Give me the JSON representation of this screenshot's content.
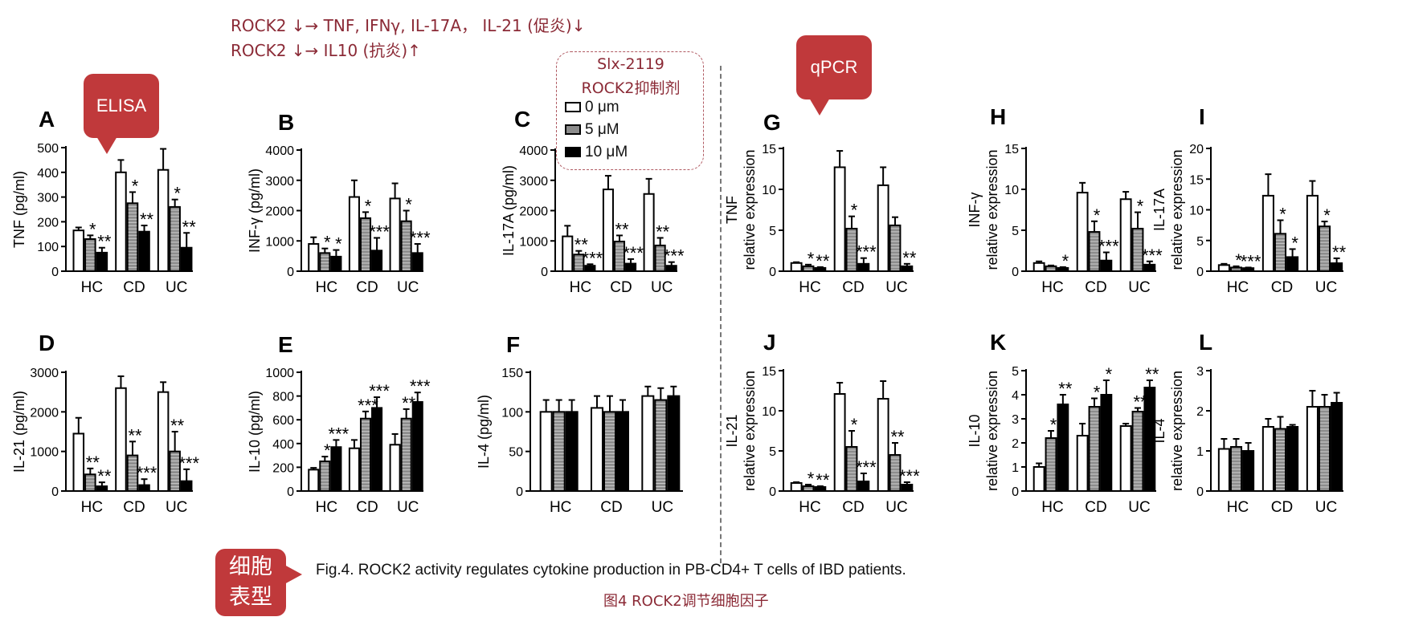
{
  "summary": {
    "line1": "ROCK2 ↓→ TNF, IFNγ, IL-17A， IL-21 (促炎)↓",
    "line2": "ROCK2 ↓→ IL10 (抗炎)↑"
  },
  "callouts": {
    "elisa": "ELISA",
    "qpcr": "qPCR",
    "cell_line1": "细胞",
    "cell_line2": "表型"
  },
  "legend": {
    "title_line1": "Slx-2119",
    "title_line2": "ROCK2抑制剂",
    "items": [
      {
        "label": "0 μm",
        "fill": "#ffffff"
      },
      {
        "label": "5 μM",
        "fill": "#8c8c8c"
      },
      {
        "label": "10 μM",
        "fill": "#000000"
      }
    ]
  },
  "caption": "Fig.4. ROCK2 activity regulates cytokine production in PB-CD4+ T cells of IBD patients.",
  "subcaption": "图4 ROCK2调节细胞因子",
  "colors": {
    "accent": "#c0393b",
    "header_text": "#8b2a36",
    "bar_white": "#ffffff",
    "bar_gray": "#8c8c8c",
    "bar_black": "#000000"
  },
  "chart_data": [
    {
      "panel": "A",
      "type": "bar",
      "ylabel": "TNF (pg/ml)",
      "ylim": [
        0,
        500
      ],
      "yticks": [
        0,
        100,
        200,
        300,
        400,
        500
      ],
      "categories": [
        "HC",
        "CD",
        "UC"
      ],
      "series": [
        {
          "name": "0 μm",
          "values": [
            165,
            400,
            410
          ],
          "errors": [
            12,
            50,
            85
          ]
        },
        {
          "name": "5 μM",
          "values": [
            130,
            275,
            260
          ],
          "errors": [
            15,
            45,
            30
          ]
        },
        {
          "name": "10 μM",
          "values": [
            75,
            160,
            95
          ],
          "errors": [
            20,
            25,
            60
          ]
        }
      ],
      "annotations": [
        [
          "",
          "*",
          "**"
        ],
        [
          "",
          "*",
          "**"
        ],
        [
          "",
          "*",
          "**"
        ]
      ]
    },
    {
      "panel": "B",
      "type": "bar",
      "ylabel": "INF-γ (pg/ml)",
      "ylim": [
        0,
        4000
      ],
      "yticks": [
        0,
        1000,
        2000,
        3000,
        4000
      ],
      "categories": [
        "HC",
        "CD",
        "UC"
      ],
      "series": [
        {
          "name": "0 μm",
          "values": [
            900,
            2450,
            2400
          ],
          "errors": [
            220,
            550,
            500
          ]
        },
        {
          "name": "5 μM",
          "values": [
            600,
            1750,
            1650
          ],
          "errors": [
            150,
            200,
            350
          ]
        },
        {
          "name": "10 μM",
          "values": [
            480,
            680,
            600
          ],
          "errors": [
            220,
            420,
            300
          ]
        }
      ],
      "annotations": [
        [
          "",
          "*",
          "*"
        ],
        [
          "",
          "*",
          "***"
        ],
        [
          "",
          "*",
          "***"
        ]
      ]
    },
    {
      "panel": "C",
      "type": "bar",
      "ylabel": "IL-17A (pg/ml)",
      "ylim": [
        0,
        4000
      ],
      "yticks": [
        0,
        1000,
        2000,
        3000,
        4000
      ],
      "categories": [
        "HC",
        "CD",
        "UC"
      ],
      "series": [
        {
          "name": "0 μm",
          "values": [
            1150,
            2700,
            2550
          ],
          "errors": [
            350,
            450,
            500
          ]
        },
        {
          "name": "5 μM",
          "values": [
            550,
            980,
            850
          ],
          "errors": [
            120,
            200,
            250
          ]
        },
        {
          "name": "10 μM",
          "values": [
            180,
            250,
            180
          ],
          "errors": [
            50,
            150,
            120
          ]
        }
      ],
      "annotations": [
        [
          "",
          "**",
          "***"
        ],
        [
          "",
          "**",
          "***"
        ],
        [
          "",
          "**",
          "***"
        ]
      ]
    },
    {
      "panel": "D",
      "type": "bar",
      "ylabel": "IL-21 (pg/ml)",
      "ylim": [
        0,
        3000
      ],
      "yticks": [
        0,
        1000,
        2000,
        3000
      ],
      "categories": [
        "HC",
        "CD",
        "UC"
      ],
      "series": [
        {
          "name": "0 μm",
          "values": [
            1450,
            2600,
            2500
          ],
          "errors": [
            400,
            300,
            250
          ]
        },
        {
          "name": "5 μM",
          "values": [
            420,
            900,
            1000
          ],
          "errors": [
            150,
            350,
            500
          ]
        },
        {
          "name": "10 μM",
          "values": [
            120,
            150,
            250
          ],
          "errors": [
            100,
            150,
            300
          ]
        }
      ],
      "annotations": [
        [
          "",
          "**",
          "**"
        ],
        [
          "",
          "**",
          "***"
        ],
        [
          "",
          "**",
          "***"
        ]
      ]
    },
    {
      "panel": "E",
      "type": "bar",
      "ylabel": "IL-10 (pg/ml)",
      "ylim": [
        0,
        1000
      ],
      "yticks": [
        0,
        200,
        400,
        600,
        800,
        1000
      ],
      "categories": [
        "HC",
        "CD",
        "UC"
      ],
      "series": [
        {
          "name": "0 μm",
          "values": [
            180,
            360,
            390
          ],
          "errors": [
            15,
            70,
            90
          ]
        },
        {
          "name": "5 μM",
          "values": [
            250,
            610,
            610
          ],
          "errors": [
            40,
            60,
            80
          ]
        },
        {
          "name": "10 μM",
          "values": [
            370,
            700,
            750
          ],
          "errors": [
            60,
            90,
            80
          ]
        }
      ],
      "annotations": [
        [
          "",
          "*",
          "***"
        ],
        [
          "",
          "***",
          "***"
        ],
        [
          "",
          "**",
          "***"
        ]
      ]
    },
    {
      "panel": "F",
      "type": "bar",
      "ylabel": "IL-4 (pg/ml)",
      "ylim": [
        0,
        150
      ],
      "yticks": [
        0,
        50,
        100,
        150
      ],
      "categories": [
        "HC",
        "CD",
        "UC"
      ],
      "series": [
        {
          "name": "0 μm",
          "values": [
            100,
            105,
            120
          ],
          "errors": [
            15,
            15,
            12
          ]
        },
        {
          "name": "5 μM",
          "values": [
            100,
            100,
            115
          ],
          "errors": [
            15,
            20,
            15
          ]
        },
        {
          "name": "10 μM",
          "values": [
            100,
            100,
            120
          ],
          "errors": [
            15,
            15,
            12
          ]
        }
      ],
      "annotations": [
        [
          "",
          "",
          ""
        ],
        [
          "",
          "",
          ""
        ],
        [
          "",
          "",
          ""
        ]
      ]
    },
    {
      "panel": "G",
      "type": "bar",
      "ylabel": [
        "TNF",
        "relative expression"
      ],
      "ylim": [
        0,
        15
      ],
      "yticks": [
        0,
        5,
        10,
        15
      ],
      "categories": [
        "HC",
        "CD",
        "UC"
      ],
      "series": [
        {
          "name": "0 μm",
          "values": [
            1.0,
            12.7,
            10.5
          ],
          "errors": [
            0.1,
            2.0,
            2.2
          ]
        },
        {
          "name": "5 μM",
          "values": [
            0.6,
            5.2,
            5.6
          ],
          "errors": [
            0.2,
            1.5,
            1.0
          ]
        },
        {
          "name": "10 μM",
          "values": [
            0.4,
            0.9,
            0.6
          ],
          "errors": [
            0.1,
            0.7,
            0.3
          ]
        }
      ],
      "annotations": [
        [
          "",
          "*",
          "**"
        ],
        [
          "",
          "*",
          "***"
        ],
        [
          "",
          "",
          "**"
        ]
      ]
    },
    {
      "panel": "H",
      "type": "bar",
      "ylabel": [
        "INF-γ",
        "relative expression"
      ],
      "ylim": [
        0,
        15
      ],
      "yticks": [
        0,
        5,
        10,
        15
      ],
      "categories": [
        "HC",
        "CD",
        "UC"
      ],
      "series": [
        {
          "name": "0 μm",
          "values": [
            1.0,
            9.6,
            8.8
          ],
          "errors": [
            0.2,
            1.2,
            0.9
          ]
        },
        {
          "name": "5 μM",
          "values": [
            0.6,
            4.8,
            5.2
          ],
          "errors": [
            0.1,
            1.3,
            2.0
          ]
        },
        {
          "name": "10 μM",
          "values": [
            0.4,
            1.3,
            0.8
          ],
          "errors": [
            0.1,
            1.0,
            0.4
          ]
        }
      ],
      "annotations": [
        [
          "",
          "",
          "*"
        ],
        [
          "",
          "*",
          "***"
        ],
        [
          "",
          "*",
          "***"
        ]
      ]
    },
    {
      "panel": "I",
      "type": "bar",
      "ylabel": [
        "IL-17A",
        "relative expression"
      ],
      "ylim": [
        0,
        20
      ],
      "yticks": [
        0,
        5,
        10,
        15,
        20
      ],
      "categories": [
        "HC",
        "CD",
        "UC"
      ],
      "series": [
        {
          "name": "0 μm",
          "values": [
            1.0,
            12.3,
            12.3
          ],
          "errors": [
            0.2,
            3.5,
            2.4
          ]
        },
        {
          "name": "5 μM",
          "values": [
            0.6,
            6.1,
            7.3
          ],
          "errors": [
            0.2,
            2.2,
            0.8
          ]
        },
        {
          "name": "10 μM",
          "values": [
            0.5,
            2.3,
            1.3
          ],
          "errors": [
            0.1,
            1.3,
            0.8
          ]
        }
      ],
      "annotations": [
        [
          "",
          "*",
          "***"
        ],
        [
          "",
          "*",
          "*"
        ],
        [
          "",
          "*",
          "**"
        ]
      ]
    },
    {
      "panel": "J",
      "type": "bar",
      "ylabel": [
        "IL-21",
        "relative expression"
      ],
      "ylim": [
        0,
        15
      ],
      "yticks": [
        0,
        5,
        10,
        15
      ],
      "categories": [
        "HC",
        "CD",
        "UC"
      ],
      "series": [
        {
          "name": "0 μm",
          "values": [
            1.0,
            12.1,
            11.5
          ],
          "errors": [
            0.1,
            1.4,
            2.2
          ]
        },
        {
          "name": "5 μM",
          "values": [
            0.6,
            5.5,
            4.5
          ],
          "errors": [
            0.2,
            2.0,
            1.5
          ]
        },
        {
          "name": "10 μM",
          "values": [
            0.5,
            1.2,
            0.8
          ],
          "errors": [
            0.1,
            1.0,
            0.3
          ]
        }
      ],
      "annotations": [
        [
          "",
          "*",
          "**"
        ],
        [
          "",
          "*",
          "***"
        ],
        [
          "",
          "**",
          "***"
        ]
      ]
    },
    {
      "panel": "K",
      "type": "bar",
      "ylabel": [
        "IL-10",
        "relative expression"
      ],
      "ylim": [
        0,
        5
      ],
      "yticks": [
        0,
        1,
        2,
        3,
        4,
        5
      ],
      "categories": [
        "HC",
        "CD",
        "UC"
      ],
      "series": [
        {
          "name": "0 μm",
          "values": [
            1.0,
            2.3,
            2.7
          ],
          "errors": [
            0.15,
            0.5,
            0.1
          ]
        },
        {
          "name": "5 μM",
          "values": [
            2.2,
            3.5,
            3.3
          ],
          "errors": [
            0.3,
            0.35,
            0.15
          ]
        },
        {
          "name": "10 μM",
          "values": [
            3.6,
            4.0,
            4.3
          ],
          "errors": [
            0.4,
            0.6,
            0.3
          ]
        }
      ],
      "annotations": [
        [
          "",
          "*",
          "**"
        ],
        [
          "",
          "*",
          "*"
        ],
        [
          "",
          "**",
          "**"
        ]
      ]
    },
    {
      "panel": "L",
      "type": "bar",
      "ylabel": [
        "IL-4",
        "relative expression"
      ],
      "ylim": [
        0,
        3
      ],
      "yticks": [
        0,
        1,
        2,
        3
      ],
      "categories": [
        "HC",
        "CD",
        "UC"
      ],
      "series": [
        {
          "name": "0 μm",
          "values": [
            1.05,
            1.6,
            2.1
          ],
          "errors": [
            0.25,
            0.2,
            0.4
          ]
        },
        {
          "name": "5 μM",
          "values": [
            1.1,
            1.55,
            2.1
          ],
          "errors": [
            0.2,
            0.3,
            0.3
          ]
        },
        {
          "name": "10 μM",
          "values": [
            1.0,
            1.6,
            2.2
          ],
          "errors": [
            0.2,
            0.05,
            0.25
          ]
        }
      ],
      "annotations": [
        [
          "",
          "",
          ""
        ],
        [
          "",
          "",
          ""
        ],
        [
          "",
          "",
          ""
        ]
      ]
    }
  ]
}
